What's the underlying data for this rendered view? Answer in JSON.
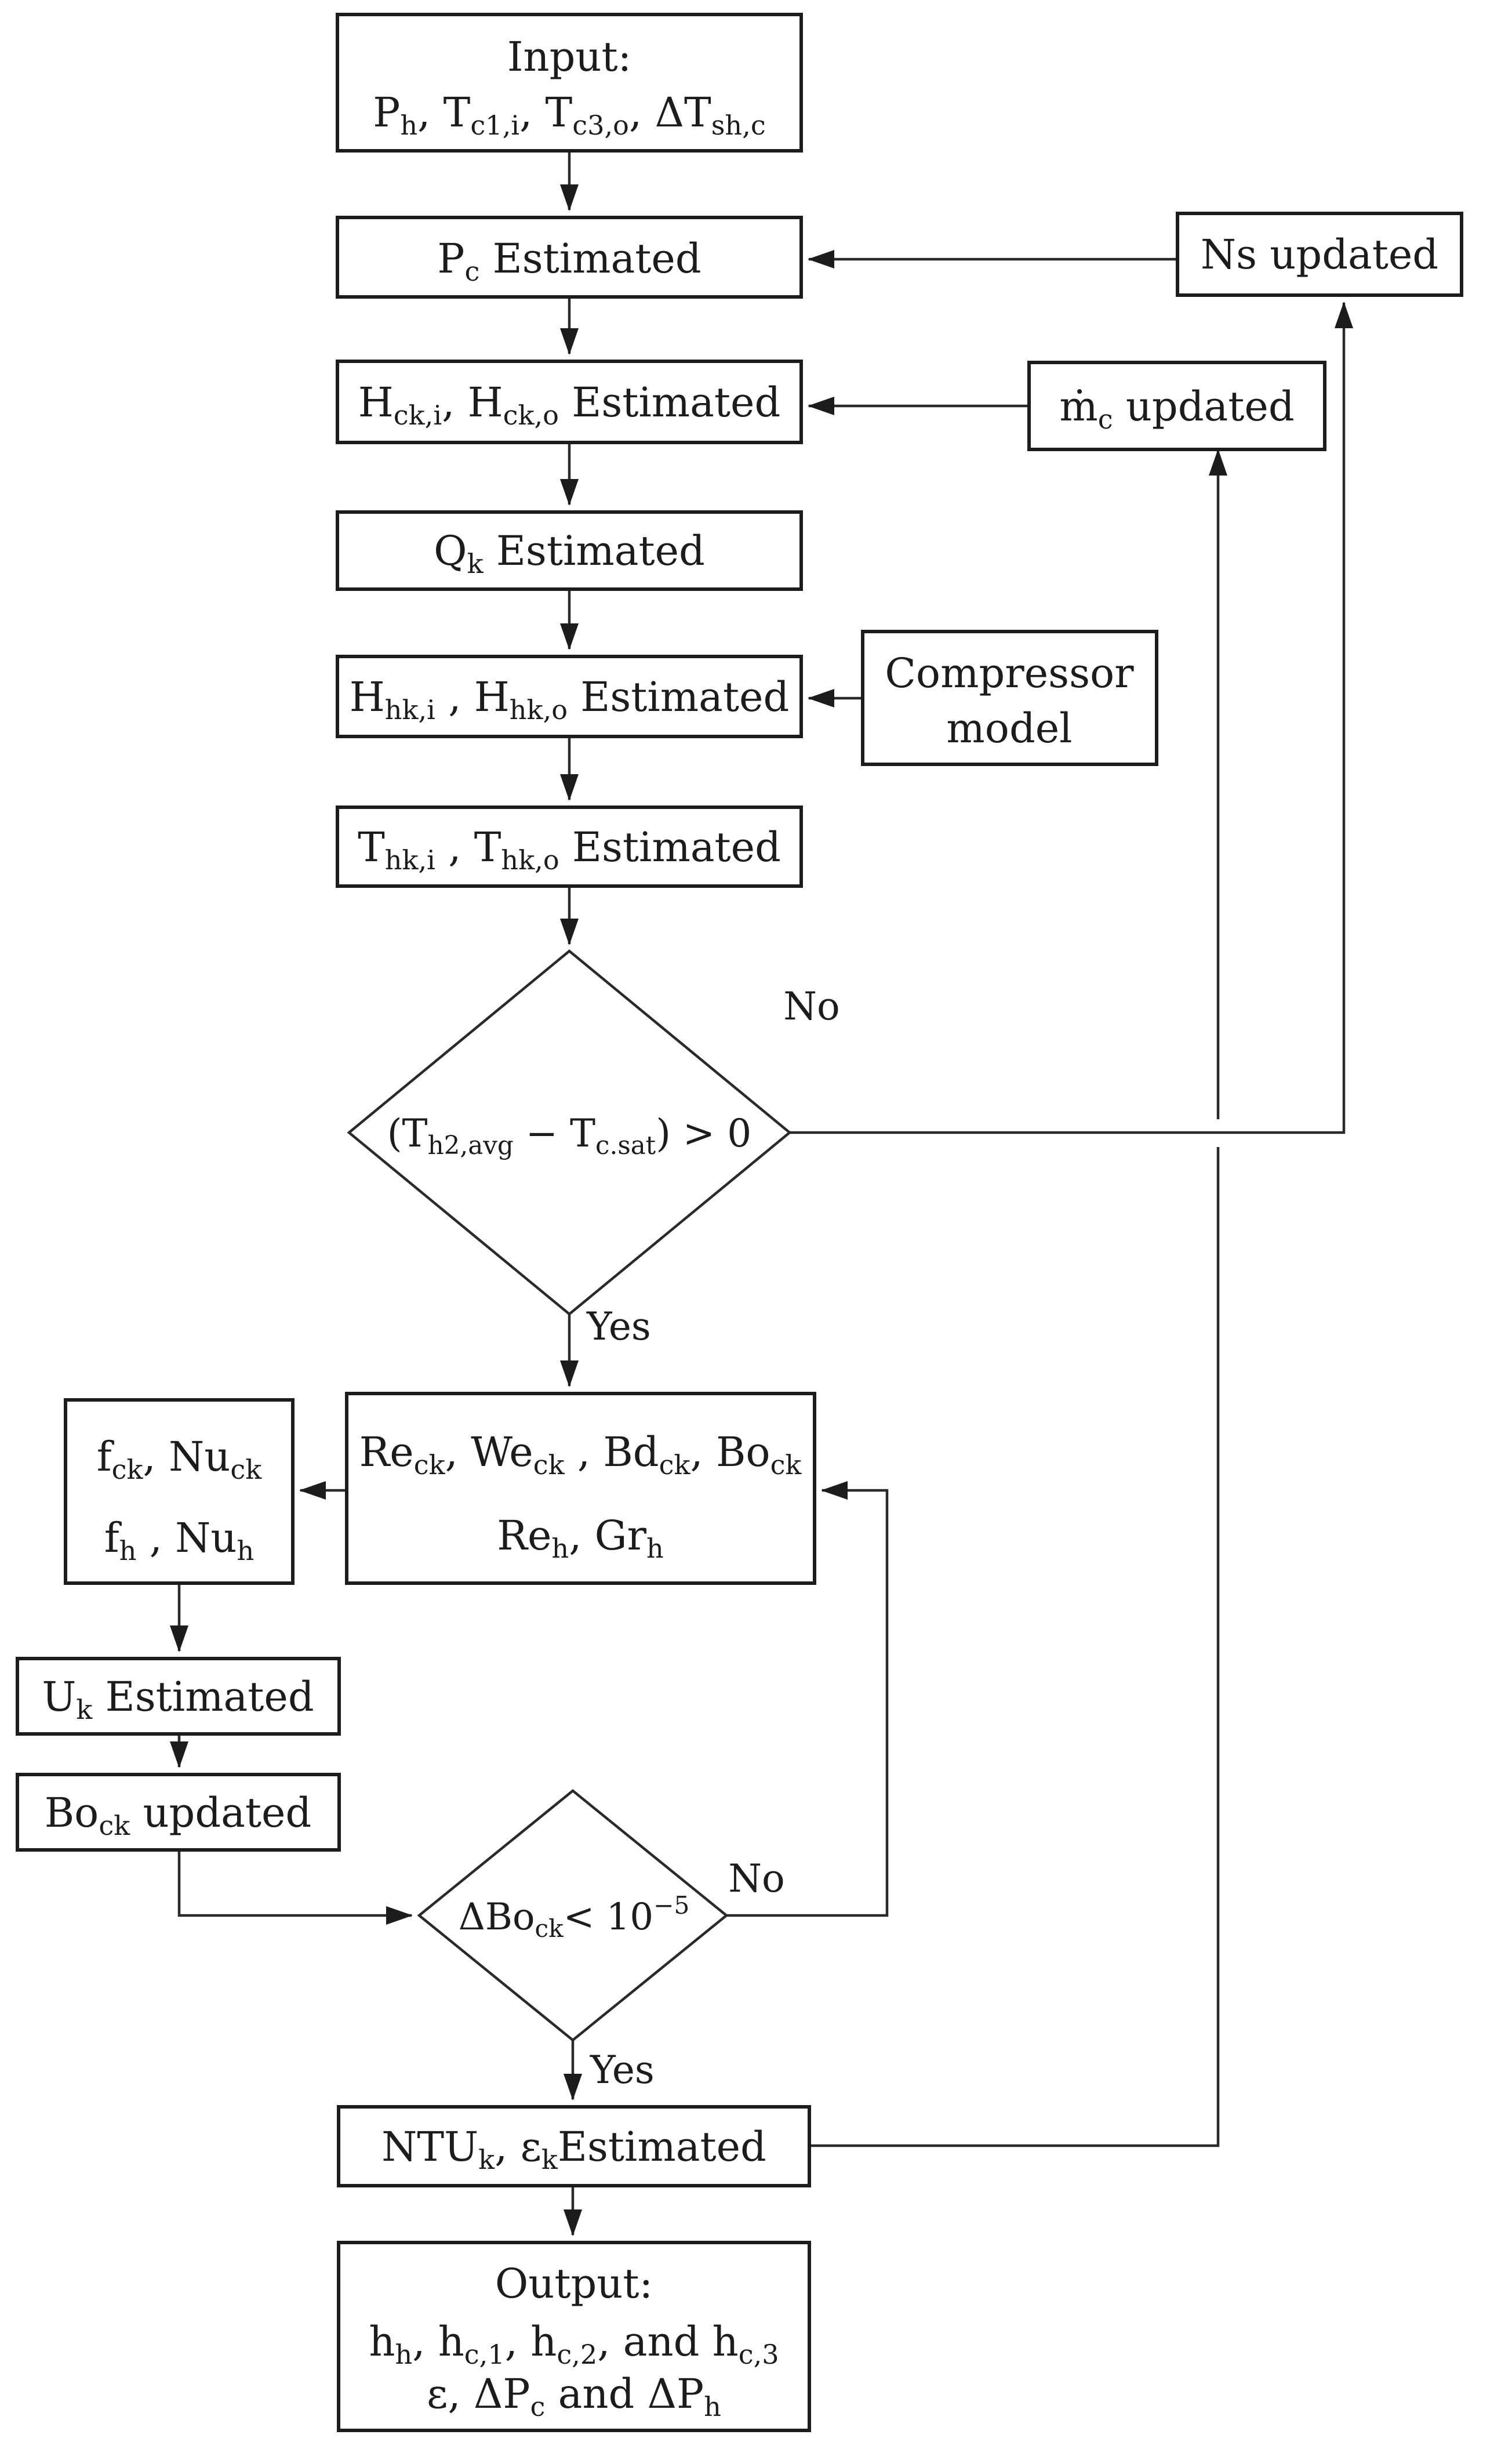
{
  "figure": {
    "background": "#ffffff",
    "ink": "#1c1c1c"
  },
  "nodes": {
    "input": {
      "line1": "Input:",
      "line2": "P_{h}, T_{c1,i}, T_{c3,o}, ΔT_{sh,c}"
    },
    "pc": {
      "label": "P_{c} Estimated"
    },
    "ns": {
      "label": "Ns updated"
    },
    "hck": {
      "label": "H_{ck,i}, H_{ck,o} Estimated"
    },
    "mc": {
      "label": "ṁ_{c} updated"
    },
    "qk": {
      "label": "Q_{k} Estimated"
    },
    "hhk": {
      "label": "H_{hk,i} , H_{hk,o} Estimated"
    },
    "compressor": {
      "line1": "Compressor",
      "line2": "model"
    },
    "thk": {
      "label": "T_{hk,i} , T_{hk,o} Estimated"
    },
    "decision1": {
      "label": "(T_{h2,avg} − T_{c.sat}) > 0",
      "no_label": "No",
      "yes_label": "Yes"
    },
    "re": {
      "line1": "Re_{ck}, We_{ck} , Bd_{ck}, Bo_{ck}",
      "line2": "Re_{h}, Gr_{h}"
    },
    "f": {
      "line1": "f_{ck}, Nu_{ck}",
      "line2": "f_{h} , Nu_{h}"
    },
    "uk": {
      "label": "U_{k} Estimated"
    },
    "bock": {
      "label": "Bo_{ck} updated"
    },
    "decision2": {
      "label": "ΔBo_{ck}< 10^{−5}",
      "no_label": "No",
      "yes_label": "Yes"
    },
    "ntu": {
      "label": "NTU_{k}, ε_{k}Estimated"
    },
    "output": {
      "line1": "Output:",
      "line2": "h_{h}, h_{c,1}, h_{c,2}, and h_{c,3}",
      "line3": "ε, ΔP_{c} and ΔP_{h}"
    }
  }
}
